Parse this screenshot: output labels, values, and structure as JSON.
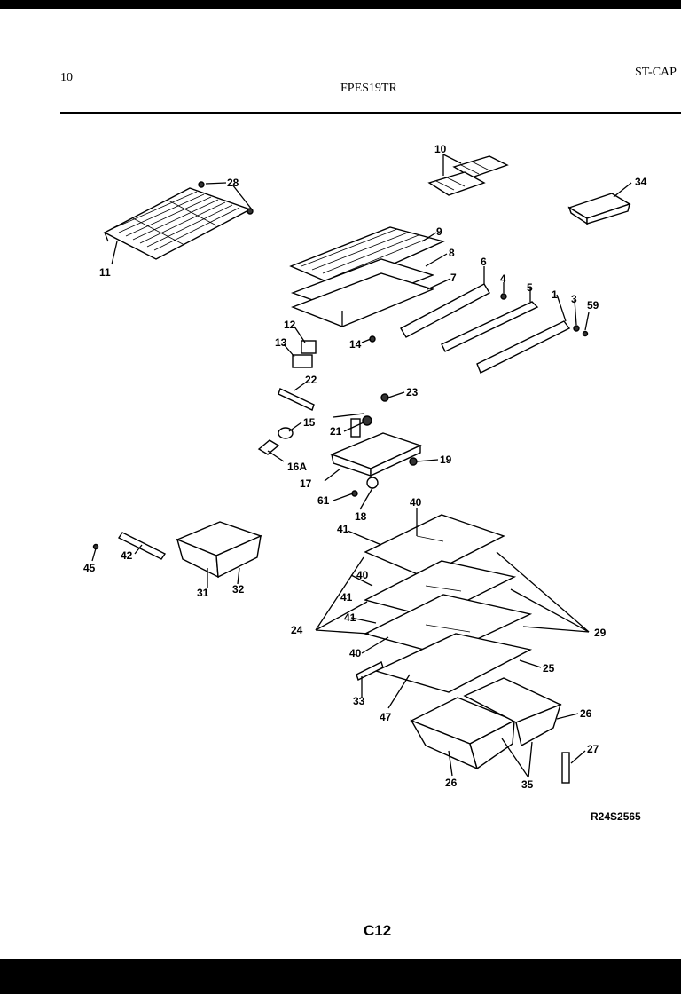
{
  "header": {
    "page_left": "10",
    "model": "FPES19TR",
    "top_right": "ST-CAP"
  },
  "footer": {
    "drawing_code": "R24S2565",
    "page_code": "C12"
  },
  "callouts": {
    "c1": "1",
    "c3": "3",
    "c4": "4",
    "c5": "5",
    "c6": "6",
    "c7": "7",
    "c8": "8",
    "c9": "9",
    "c10": "10",
    "c11": "11",
    "c12": "12",
    "c13": "13",
    "c14": "14",
    "c15": "15",
    "c16a": "16A",
    "c17": "17",
    "c18": "18",
    "c19": "19",
    "c21": "21",
    "c22": "22",
    "c23": "23",
    "c24": "24",
    "c25": "25",
    "c26a": "26",
    "c26b": "26",
    "c27": "27",
    "c28": "28",
    "c29": "29",
    "c31": "31",
    "c32": "32",
    "c33": "33",
    "c34": "34",
    "c35": "35",
    "c40a": "40",
    "c40b": "40",
    "c40c": "40",
    "c41a": "41",
    "c41b": "41",
    "c41c": "41",
    "c42": "42",
    "c45": "45",
    "c47": "47",
    "c59": "59",
    "c61": "61"
  }
}
